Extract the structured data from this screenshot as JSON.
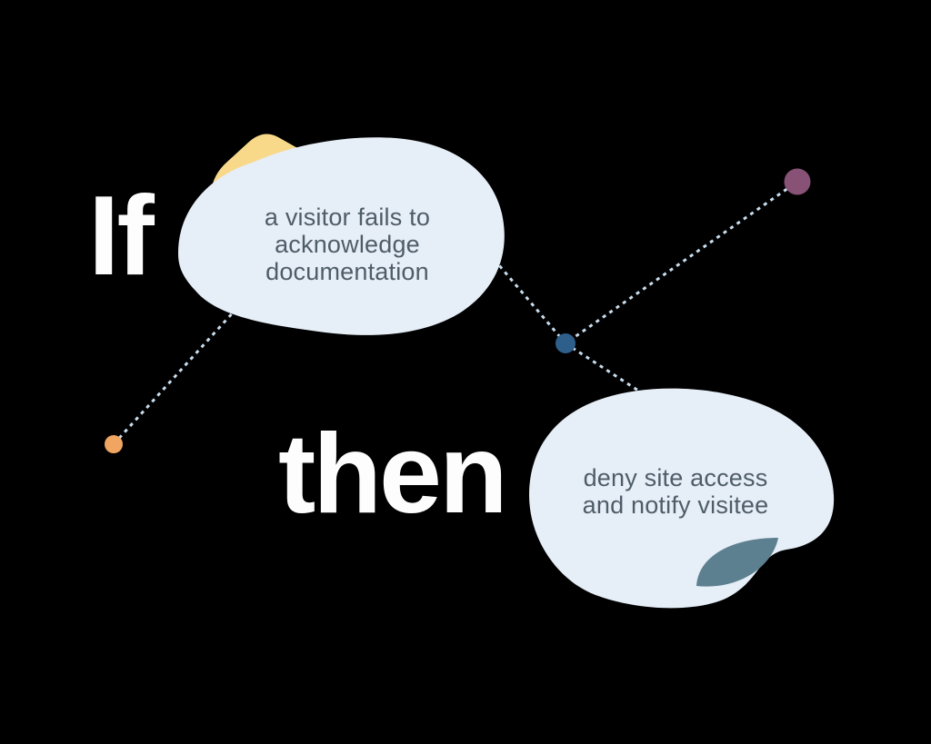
{
  "labels": {
    "if": "If",
    "then": "then"
  },
  "condition_bubble": {
    "lines": [
      "a visitor fails to",
      "acknowledge",
      "documentation"
    ]
  },
  "action_bubble": {
    "lines": [
      "deny site access",
      "and notify visitee"
    ]
  },
  "palette": {
    "background": "#000000",
    "bubble_fill": "#e6eef7",
    "bubble_text": "#4f5d69",
    "keyword_text": "#fdfdfd",
    "connector": "#c8ddee",
    "yellow_shape": "#f8d98a",
    "teal_shape": "#5d8090",
    "dot_orange": "#f0a660",
    "dot_blue": "#2e5e8a",
    "dot_purple": "#875276"
  }
}
